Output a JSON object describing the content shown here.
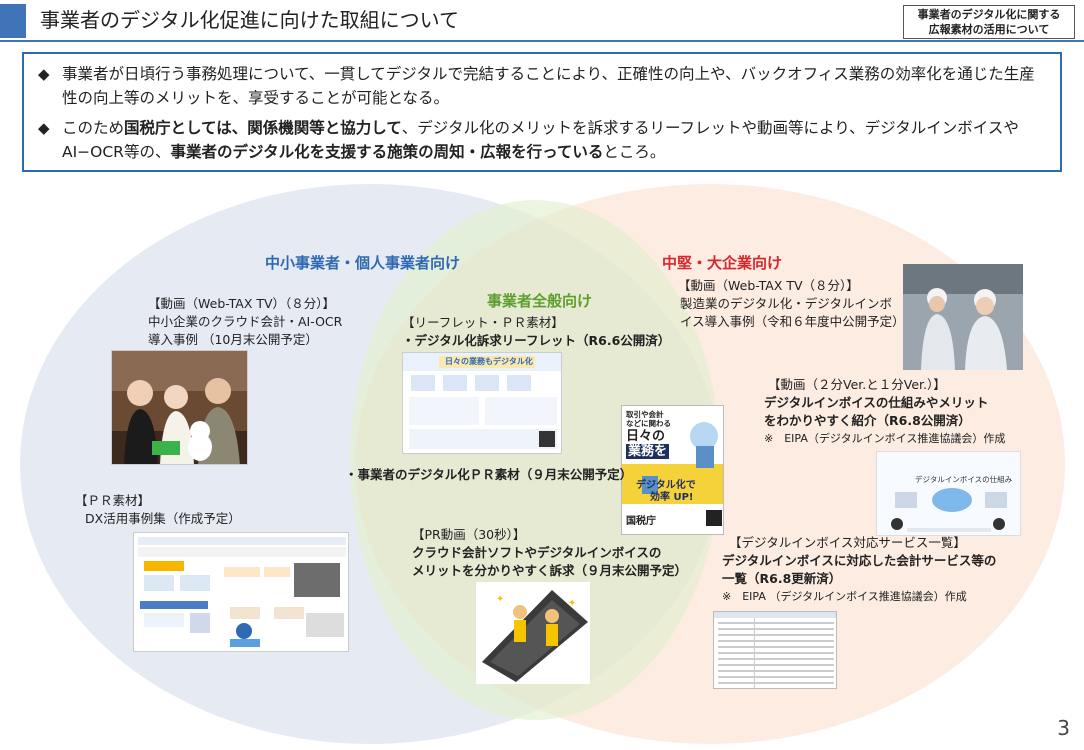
{
  "header": {
    "title": "事業者のデジタル化促進に向けた取組について",
    "badge_line1": "事業者のデジタル化に関する",
    "badge_line2": "広報素材の活用について"
  },
  "summary": {
    "bullet1": "事業者が日頃行う事務処理について、一貫してデジタルで完結することにより、正確性の向上や、バックオフィス業務の効率化を通じた生産性の向上等のメリットを、享受することが可能となる。",
    "bullet2_a": "このため",
    "bullet2_b": "国税庁としては、関係機関等と協力して",
    "bullet2_c": "、デジタル化のメリットを訴求するリーフレットや動画等により、デジタルインボイスやAI−OCR等の、",
    "bullet2_d": "事業者のデジタル化を支援する施策の周知・広報を行っている",
    "bullet2_e": "ところ。"
  },
  "sections": {
    "small": "中小事業者・個人事業者向け",
    "all": "事業者全般向け",
    "large": "中堅・大企業向け"
  },
  "small_items": {
    "video_tag": "【動画（Web-TAX TV）（８分）】",
    "video_l1": "中小企業のクラウド会計・AI-OCR",
    "video_l2": "導入事例 （10月末公開予定）",
    "pr_tag": "【ＰＲ素材】",
    "pr_l1": "DX活用事例集（作成予定）"
  },
  "all_items": {
    "leaflet_tag": "【リーフレット・ＰＲ素材】",
    "leaflet_l1": "・デジタル化訴求リーフレット（R6.6公開済）",
    "pr_l1": "・事業者のデジタル化ＰＲ素材（９月末公開予定）",
    "prvideo_tag": "【PR動画（30秒）】",
    "prvideo_l1": "クラウド会計ソフトやデジタルインボイスの",
    "prvideo_l2": "メリットを分かりやすく訴求（９月末公開予定）"
  },
  "large_items": {
    "video_tag": "【動画（Web-TAX TV（８分）】",
    "video_l1": "製造業のデジタル化・デジタルインボ",
    "video_l2": "イス導入事例（令和６年度中公開予定）",
    "video2_tag": "【動画（２分Ver.と１分Ver.）】",
    "video2_l1": "デジタルインボイスの仕組みやメリット",
    "video2_l2": "をわかりやすく紹介（R6.8公開済）",
    "video2_note": "※　EIPA（デジタルインボイス推進協議会）作成",
    "list_tag": "【デジタルインボイス対応サービス一覧】",
    "list_l1": "デジタルインボイスに対応した会計サービス等の",
    "list_l2": "一覧（R6.8更新済）",
    "list_note": "※　EIPA （デジタルインボイス推進協議会）作成"
  },
  "poster": {
    "line1": "取引や会計",
    "line2": "などに関わる",
    "line3": "日々の",
    "line4": "業務を",
    "line5": "デジタル化で",
    "line6": "効率 UP!",
    "org": "国税庁"
  },
  "leaflet_thumb": {
    "headline": "日々の業務もデジタル化"
  },
  "video_thumb": {
    "caption": "デジタルインボイスの仕組み"
  },
  "page_number": "3",
  "colors": {
    "accent_blue": "#2e69b3",
    "accent_green": "#5e9e2e",
    "accent_red": "#d8262b"
  }
}
